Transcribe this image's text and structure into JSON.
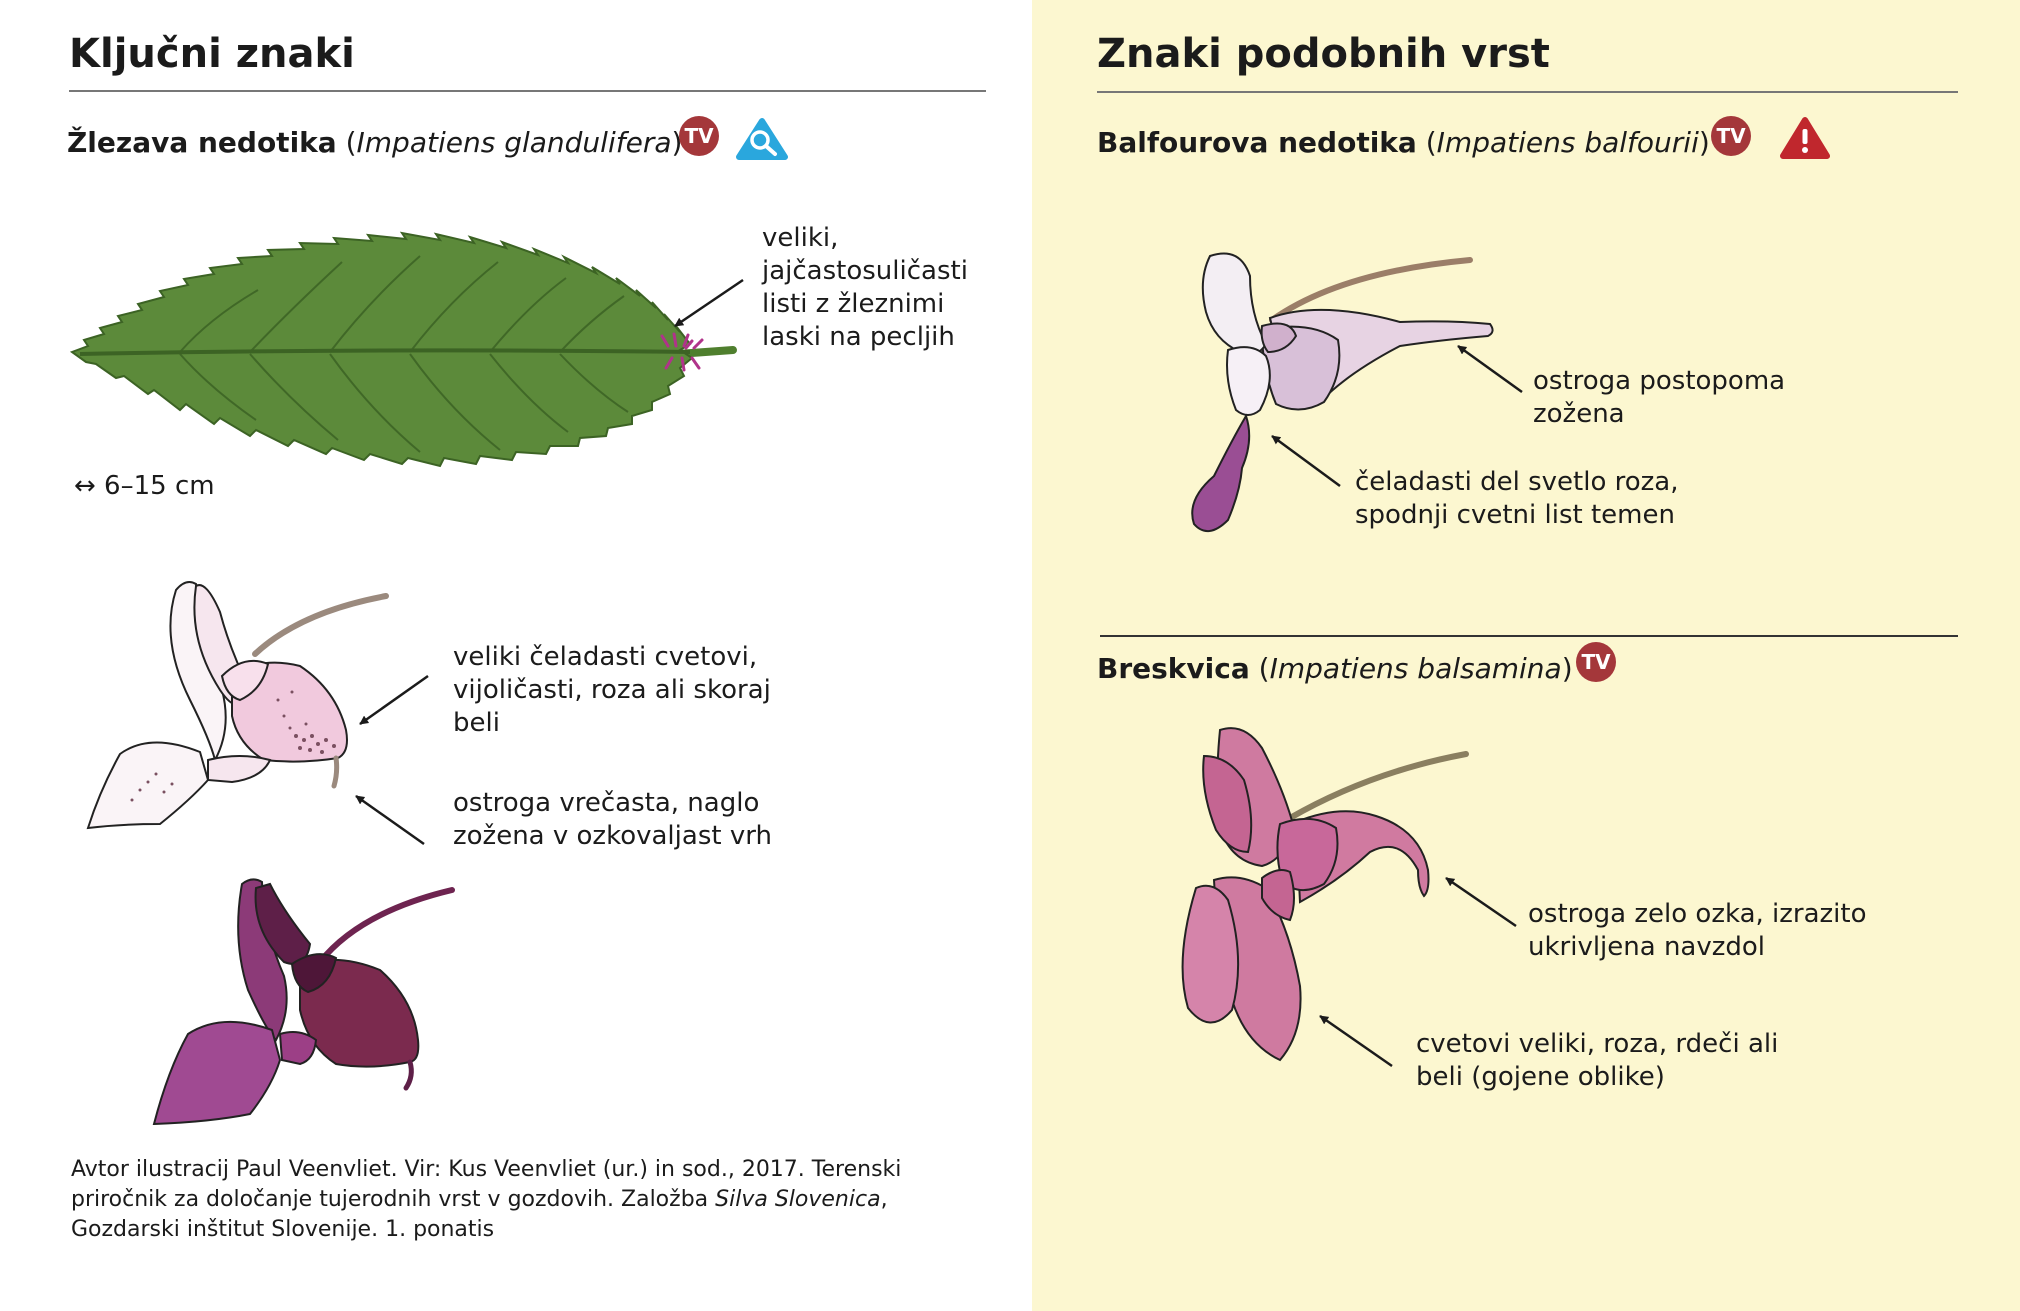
{
  "left": {
    "heading": "Ključni znaki",
    "species": {
      "common": "Žlezava nedotika",
      "latin": "Impatiens glandulifera",
      "open": " (",
      "close": ")"
    },
    "badges": {
      "tv": "TV",
      "search_icon": "magnifier-triangle-icon"
    },
    "labels": {
      "leaf": [
        "veliki,",
        "jajčastosuličasti",
        "listi z žleznimi",
        "laski na pecljih"
      ],
      "size": "↔ 6–15 cm",
      "flower": [
        "veliki čeladasti cvetovi,",
        "vijoličasti, roza ali skoraj",
        "beli"
      ],
      "spur": [
        "ostroga vrečasta, naglo",
        "zožena v ozkovaljast vrh"
      ]
    },
    "credit": {
      "line1": "Avtor ilustracij Paul Veenvliet. Vir: Kus Veenvliet (ur.) in sod., 2017. Terenski",
      "line2_before": "priročnik za določanje tujerodnih vrst v gozdovih. Založba ",
      "line2_italic": "Silva Slovenica",
      "line2_after": ",",
      "line3": "Gozdarski inštitut Slovenije. 1. ponatis"
    }
  },
  "right": {
    "heading": "Znaki podobnih vrst",
    "species1": {
      "common": "Balfourova nedotika",
      "latin": "Impatiens balfourii",
      "open": " (",
      "close": ")",
      "badges": {
        "tv": "TV",
        "warning_icon": "warning-triangle-icon"
      },
      "labels": {
        "spur": [
          "ostroga postopoma",
          "zožena"
        ],
        "helmet": [
          "čeladasti del svetlo roza,",
          "spodnji cvetni list temen"
        ]
      }
    },
    "species2": {
      "common": "Breskvica",
      "latin": "Impatiens balsamina",
      "open": " (",
      "close": ")",
      "badges": {
        "tv": "TV"
      },
      "labels": {
        "spur": [
          "ostroga zelo ozka, izrazito",
          "ukrivljena navzdol"
        ],
        "flower": [
          "cvetovi veliki, roza, rdeči ali",
          "beli (gojene oblike)"
        ]
      }
    }
  },
  "colors": {
    "right_bg": "#fcf7d0",
    "tv_badge": "#a4373a",
    "search_badge": "#2aa7dd",
    "warning": "#c0272d",
    "leaf": "#5c8a3a",
    "leaf_vein": "#3c6324",
    "gland_hairs": "#b0338a",
    "flower_pale": "#f1d3e3",
    "flower_dark": "#7a2a5a",
    "balfour_helmet": "#d8c0d8",
    "balfour_lip": "#9a4e94",
    "balsamina": "#cc6f9a"
  }
}
